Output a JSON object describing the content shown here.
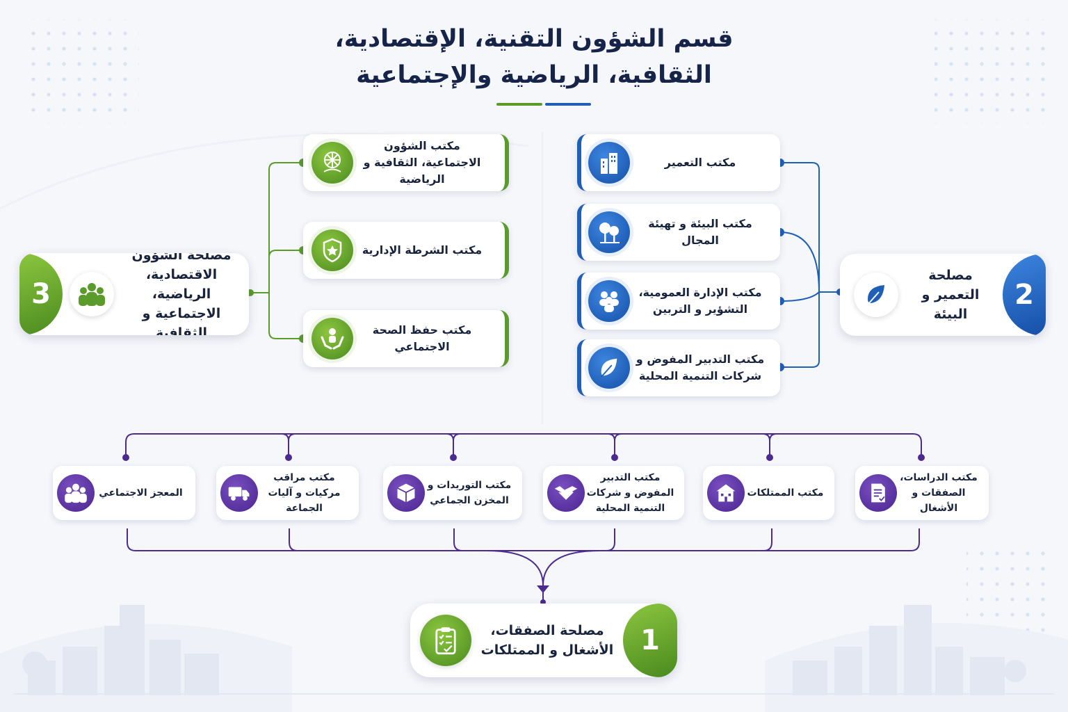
{
  "title": {
    "line1": "قسم الشؤون التقنية، الإقتصادية،",
    "line2": "الثقافية، الرياضية والإجتماعية"
  },
  "colors": {
    "green": "#5a9b2b",
    "blue": "#1f5fb8",
    "purple": "#4b2b8f",
    "navy": "#17244a"
  },
  "dept3": {
    "number": "3",
    "name": "مصلحة الشؤون الاقتصادية، الرياضية، الاجتماعية و الثقافية",
    "icon": "people-group-icon",
    "offices": [
      {
        "name": "مكتب الشؤون الاجتماعية، الثقافية و الرياضية",
        "icon": "sport-ball-icon"
      },
      {
        "name": "مكتب الشرطة الإدارية",
        "icon": "police-badge-icon"
      },
      {
        "name": "مكتب حفظ الصحة الاجتماعي",
        "icon": "care-hands-icon"
      }
    ]
  },
  "dept2": {
    "number": "2",
    "name": "مصلحة التعمير و البيئة",
    "icon": "leaf-icon",
    "offices": [
      {
        "name": "مكتب التعمير",
        "icon": "buildings-icon"
      },
      {
        "name": "مكتب البيئة و تهيئة المجال",
        "icon": "trees-icon"
      },
      {
        "name": "مكتب الإدارة العمومية، التشؤير و التربين",
        "icon": "team-icon"
      },
      {
        "name": "مكتب التدبير المفوض و شركات التنمية المحلية",
        "icon": "leaf-icon"
      }
    ]
  },
  "dept1": {
    "number": "1",
    "name": "مصلحة الصفقات، الأشغال و الممتلكات",
    "icon": "clipboard-check-icon",
    "offices": [
      {
        "name": "المعجز الاجتماعي",
        "icon": "group-icon"
      },
      {
        "name": "مكتب مراقب مركيات و آليات الجماعة",
        "icon": "truck-icon"
      },
      {
        "name": "مكتب التوريدات و المخزن الجماعي",
        "icon": "box-icon"
      },
      {
        "name": "مكتب التدبير المفوض و شركات التنمية المحلية",
        "icon": "handshake-icon"
      },
      {
        "name": "مكتب الممتلكات",
        "icon": "building-icon"
      },
      {
        "name": "مكتب الدراسات، الصفقات و الأشغال",
        "icon": "document-icon"
      }
    ]
  }
}
